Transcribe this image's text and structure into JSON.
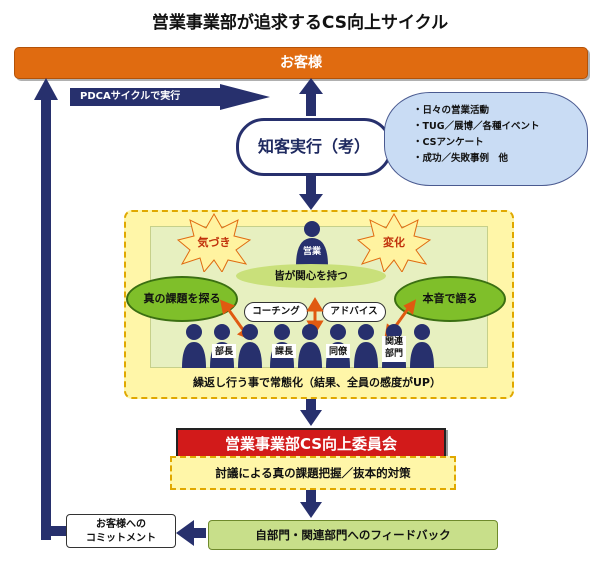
{
  "title": "営業事業部が追求するCS向上サイクル",
  "customer": "お客様",
  "pdca": "PDCAサイクルで実行",
  "execution": "知客実行（考）",
  "activities": [
    "日々の営業活動",
    "TUG／展博／各種イベント",
    "CSアンケート",
    "成功／失敗事例　他"
  ],
  "awareness": "気づき",
  "change": "変化",
  "sales_person": "営業",
  "shared_interest": "皆が関心を持つ",
  "true_issues": "真の課題を探る",
  "honest_talk": "本音で語る",
  "coaching": "コーチング",
  "advice": "アドバイス",
  "people": [
    "部長",
    "課長",
    "同僚",
    "関連\n部門"
  ],
  "routine_caption": "繰返し行う事で常態化（結果、全員の感度がUP）",
  "committee": "営業事業部CS向上委員会",
  "discussion": "討議による真の課題把握／抜本的対策",
  "feedback": "自部門・関連部門へのフィードバック",
  "commitment": "お客様への\nコミットメント",
  "colors": {
    "navy": "#27306d",
    "orange": "#e06b10",
    "red": "#d21a1a",
    "green": "#7fbf2a",
    "yellow": "#fff6a8"
  }
}
